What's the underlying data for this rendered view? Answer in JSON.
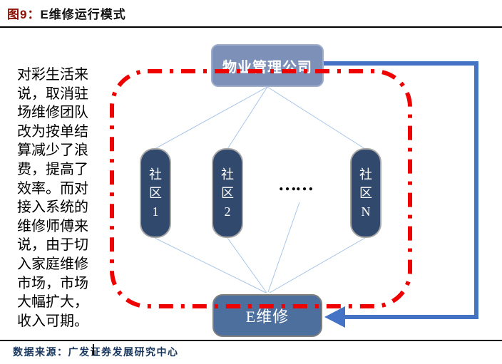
{
  "figure": {
    "label": "图9：",
    "title": "E维修运行模式"
  },
  "left_note": "对彩生活来\n说，取消驻\n场维修团队\n改为按单结\n算减少了浪\n费，提高了\n效率。而对\n接入系统的\n维修师傅来\n说，由于切\n入家庭维修\n市场，市场\n大幅扩大，\n收入可期。",
  "diagram": {
    "top_box": "物业管理公司",
    "communities": [
      "社\n区\n1",
      "社\n区\n2",
      "社\n区\nN"
    ],
    "ellipsis": "……",
    "bottom_box": "E维修"
  },
  "source": "数据来源：广发证券发展研究中心",
  "colors": {
    "figure_label_red": "#8C1004",
    "top_box_fill": "#7D91B8",
    "community_fill": "#31496C",
    "bottom_box_fill": "#4D6F9E",
    "red_dash": "#EE0202",
    "arrow_blue": "#4472C4",
    "connector_blue": "#A9C6E8",
    "source_navy": "#17365D"
  }
}
